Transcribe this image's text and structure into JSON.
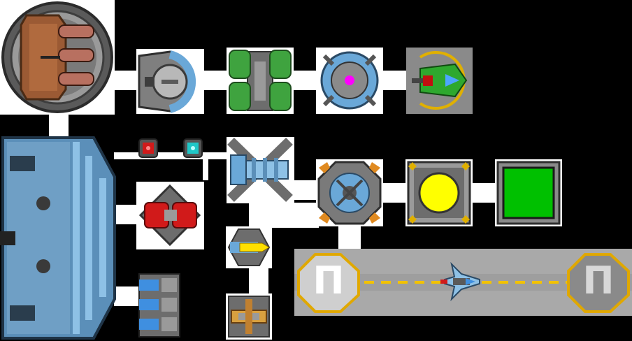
{
  "palette": {
    "background": "#000000",
    "connector": "#ffffff",
    "hull_blue": "#5b8fb9",
    "hull_blue_light": "#8ec1e6",
    "metal_gray": "#8c8c8c",
    "metal_dark": "#4a4a4a",
    "green_module": "#3fa33f",
    "red_module": "#d11a1a",
    "cyan_module": "#1fc7c7",
    "yellow_light": "#ffff00",
    "green_screen": "#00c000",
    "magenta_core": "#ff00ff",
    "runway_gray": "#a9a9a9",
    "pad_gold": "#e0a800"
  },
  "sprites": [
    {
      "id": "copper-turret-dome",
      "icon": "triple-barrel-turret-icon"
    },
    {
      "id": "half-shield-module",
      "icon": "shield-module-icon"
    },
    {
      "id": "green-tank-module",
      "icon": "fuel-tank-icon"
    },
    {
      "id": "reactor-core-magenta",
      "icon": "reactor-core-icon"
    },
    {
      "id": "green-fighter-turret",
      "icon": "fighter-turret-icon"
    },
    {
      "id": "blue-hull-section",
      "icon": "hull-panel-icon"
    },
    {
      "id": "red-indicator",
      "icon": "red-indicator-icon"
    },
    {
      "id": "cyan-indicator",
      "icon": "cyan-indicator-icon"
    },
    {
      "id": "red-tank-module",
      "icon": "red-tank-icon"
    },
    {
      "id": "blue-cannon-module",
      "icon": "cannon-module-icon"
    },
    {
      "id": "octagon-hub",
      "icon": "hub-node-icon"
    },
    {
      "id": "yellow-light-module",
      "icon": "yellow-light-icon"
    },
    {
      "id": "green-screen-module",
      "icon": "screen-module-icon"
    },
    {
      "id": "yellow-missile",
      "icon": "missile-icon"
    },
    {
      "id": "blue-thruster-stack",
      "icon": "thruster-stack-icon"
    },
    {
      "id": "orange-gun-module",
      "icon": "gun-module-icon"
    },
    {
      "id": "launch-runway",
      "icon": "runway-icon"
    },
    {
      "id": "small-fighter-ship",
      "icon": "fighter-ship-icon"
    }
  ],
  "runway": {
    "left_pad_glyph": "Π",
    "right_pad_glyph": "Π"
  }
}
